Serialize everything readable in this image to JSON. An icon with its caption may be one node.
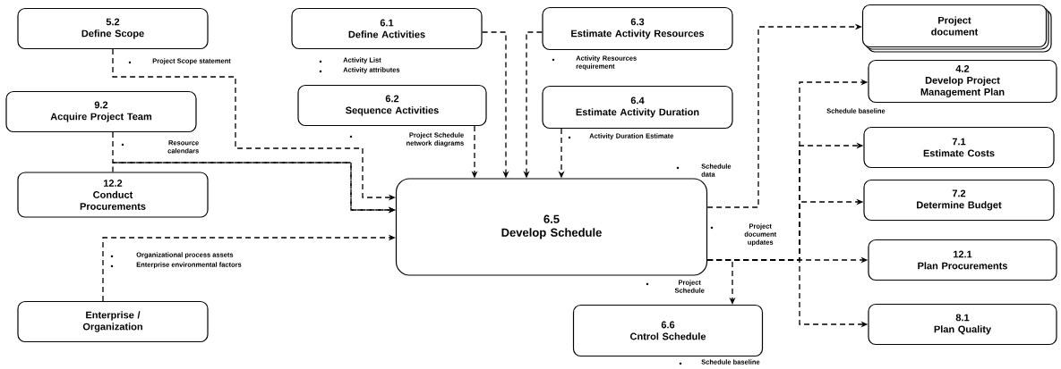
{
  "diagram": {
    "nodes": [
      {
        "text": [
          "5.2",
          "Define Scope"
        ]
      },
      {
        "text": [
          "6.1",
          "Define Activities"
        ]
      },
      {
        "text": [
          "6.3",
          "Estimate Activity Resources"
        ]
      },
      {
        "text": [
          "Project document"
        ]
      },
      {
        "text": [
          "9.2",
          "Acquire Project Team"
        ]
      },
      {
        "text": [
          "6.2",
          "Sequence Activities"
        ]
      },
      {
        "text": [
          "6.4",
          "Estimate Activity Duration"
        ]
      },
      {
        "text": [
          "4.2",
          "Develop Project Management Plan"
        ]
      },
      {
        "text": [
          "12.2",
          "Conduct Procurements"
        ]
      },
      {
        "text": [
          "7.1",
          "Estimate Costs"
        ]
      },
      {
        "text": [
          "6.5",
          "Develop Schedule"
        ]
      },
      {
        "text": [
          "7.2",
          "Determine Budget"
        ]
      },
      {
        "text": [
          "12.1",
          "Plan Procurements"
        ]
      },
      {
        "text": [
          "Enterprise / Organization"
        ]
      },
      {
        "text": [
          "6.6",
          "Cntrol Schedule"
        ]
      },
      {
        "text": [
          "8.1",
          "Plan Quality"
        ]
      }
    ],
    "edges": [
      {
        "from": 0,
        "to": 10,
        "arrow": "to",
        "style": "dashed"
      },
      {
        "from": 4,
        "to": 10,
        "arrow": "to",
        "style": "dashed"
      },
      {
        "from": 8,
        "to": 10,
        "arrow": "to",
        "style": "dashed"
      },
      {
        "from": 5,
        "to": 10,
        "arrow": "to",
        "style": "dashed"
      },
      {
        "from": 1,
        "to": 10,
        "arrow": "to",
        "style": "dashed"
      },
      {
        "from": 2,
        "to": 10,
        "arrow": "to",
        "style": "dashed"
      },
      {
        "from": 6,
        "to": 10,
        "arrow": "to",
        "style": "dashed"
      },
      {
        "from": 13,
        "to": 10,
        "arrow": "to",
        "style": "dashed"
      },
      {
        "from": 10,
        "to": 3,
        "arrow": "to",
        "style": "dashed"
      },
      {
        "from": 10,
        "to": 7,
        "arrow": "to",
        "style": "dashed"
      },
      {
        "from": 10,
        "to": 9,
        "arrow": "to",
        "style": "dashed"
      },
      {
        "from": 10,
        "to": 11,
        "arrow": "to",
        "style": "dashed"
      },
      {
        "from": 10,
        "to": 12,
        "arrow": "to",
        "style": "dashed"
      },
      {
        "from": 10,
        "to": 15,
        "arrow": "to",
        "style": "dashed"
      },
      {
        "from": 10,
        "to": 14,
        "arrow": "to",
        "style": "dashed"
      }
    ],
    "labels": [
      "Project Scope statement",
      "Activity List",
      "Activity attributes",
      "Activity Resources requirement",
      "Schedule baseline",
      "Resource calendars",
      "Project Schedule network diagrams",
      "Activity Duration Estimate",
      "Schedule data",
      "Project document updates",
      "Organizational process assets",
      "Enterprise environmental factors",
      "Project Schedule",
      "Schedule baseline"
    ]
  }
}
